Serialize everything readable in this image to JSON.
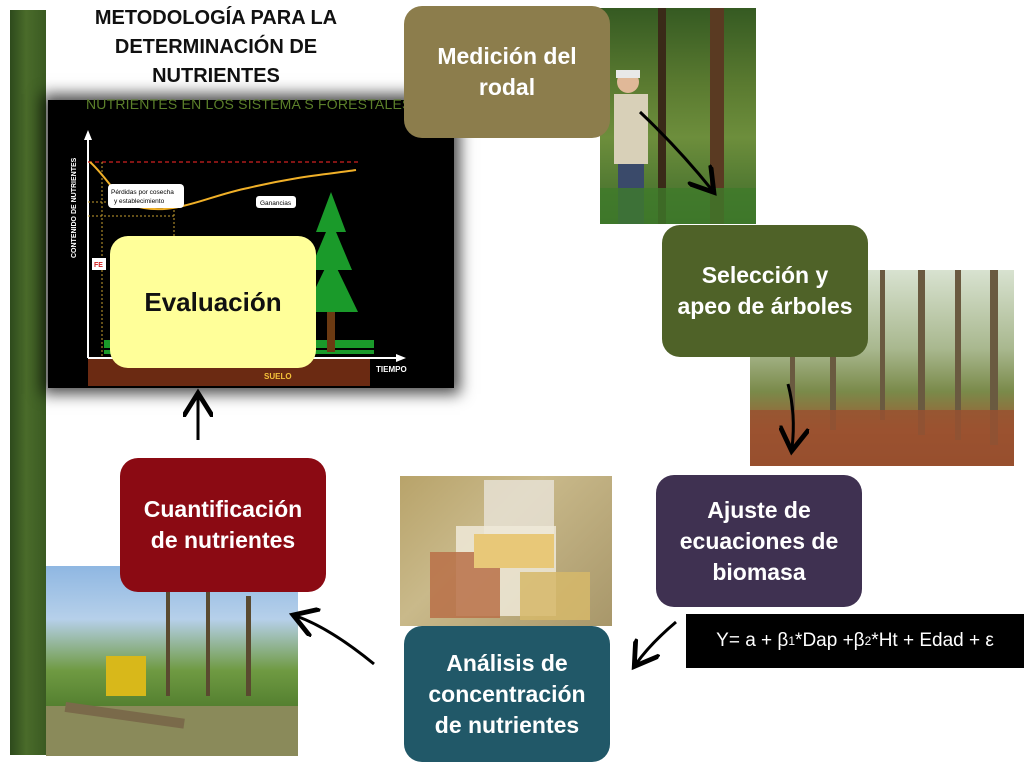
{
  "title": "METODOLOGÍA PARA LA DETERMINACIÓN DE NUTRIENTES",
  "chart": {
    "title": "NUTRIENTES EN LOS SISTEMA S FORESTALES",
    "ylabel": "CONTENIDO DE NUTRIENTES",
    "xlabel": "TIEMPO",
    "fe_label": "FE",
    "soil_label": "SUELO",
    "annotation_losses": "Pérdidas por cosecha y establecimiento",
    "annotation_gains": "Ganancias"
  },
  "steps": {
    "medicion": "Medición del rodal",
    "seleccion": "Selección y apeo de árboles",
    "ajuste": "Ajuste de ecuaciones de biomasa",
    "analisis": "Análisis de concentración de nutrientes",
    "cuantificacion": "Cuantificación de nutrientes",
    "evaluacion": "Evaluación"
  },
  "formula": {
    "part1": "Y= a + β",
    "sub1": "1",
    "part2": "*Dap +β",
    "sub2": "2",
    "part3": "*Ht + Edad + ε"
  },
  "colors": {
    "medicion": "#8c7d4c",
    "seleccion": "#4f6228",
    "ajuste": "#3f3151",
    "analisis": "#215868",
    "cuantificacion": "#8b0a13",
    "evaluacion": "#ffff99"
  }
}
